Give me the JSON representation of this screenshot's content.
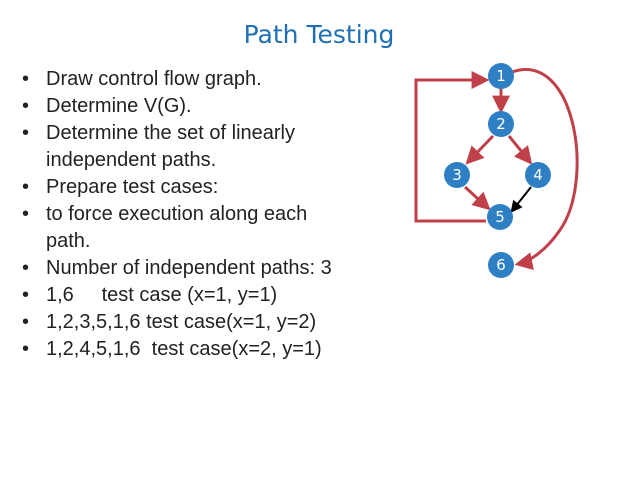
{
  "slide": {
    "title": "Path Testing",
    "bullets": [
      {
        "line1": "Draw control flow graph.",
        "line2": ""
      },
      {
        "line1": "Determine V(G).",
        "line2": ""
      },
      {
        "line1": "Determine the set of linearly",
        "line2": "independent paths."
      },
      {
        "line1": "Prepare test cases:",
        "line2": ""
      },
      {
        "line1": "to force execution along each",
        "line2": "path."
      },
      {
        "line1": "Number of independent paths: 3",
        "line2": ""
      },
      {
        "line1": "1,6     test case (x=1, y=1)",
        "line2": ""
      },
      {
        "line1": "1,2,3,5,1,6 test case(x=1, y=2)",
        "line2": ""
      },
      {
        "line1": "1,2,4,5,1,6  test case(x=2, y=1)",
        "line2": ""
      }
    ]
  },
  "graph": {
    "node_color": "#2e7fc4",
    "edge_color": "#c0404a",
    "highlight_edge_color": "#000000",
    "nodes": [
      {
        "id": "1",
        "label": "1"
      },
      {
        "id": "2",
        "label": "2"
      },
      {
        "id": "3",
        "label": "3"
      },
      {
        "id": "4",
        "label": "4"
      },
      {
        "id": "5",
        "label": "5"
      },
      {
        "id": "6",
        "label": "6"
      }
    ]
  }
}
